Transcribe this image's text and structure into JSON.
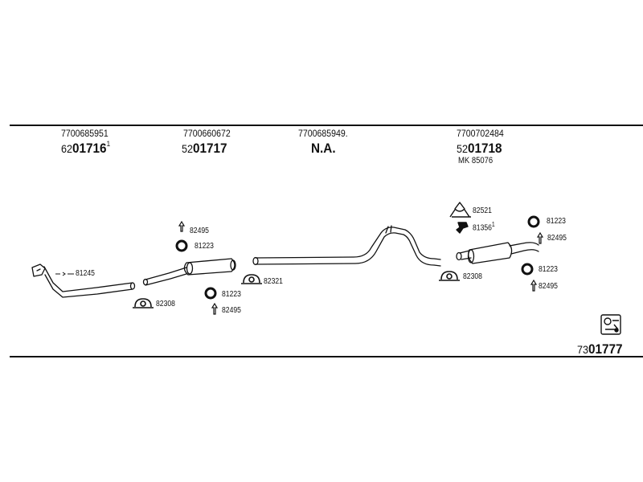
{
  "columns": [
    {
      "oe": "7700685951",
      "code_prefix": "62",
      "code": "01716",
      "code_sup": "1",
      "extra": ""
    },
    {
      "oe": "7700660672",
      "code_prefix": "52",
      "code": "01717",
      "code_sup": "",
      "extra": ""
    },
    {
      "oe": "7700685949.",
      "code_prefix": "",
      "code": "N.A.",
      "code_sup": "",
      "extra": ""
    },
    {
      "oe": "7700702484",
      "code_prefix": "52",
      "code": "01718",
      "code_sup": "",
      "extra": "MK  85076"
    }
  ],
  "parts": {
    "p81245": "81245",
    "p82308a": "82308",
    "p82495a": "82495",
    "p81223a": "81223",
    "p81223b": "81223",
    "p82495b": "82495",
    "p82321": "82321",
    "p82521": "82521",
    "p81356": "81356",
    "p81356_sup": "1",
    "p82308b": "82308",
    "p81223c": "81223",
    "p82495c": "82495",
    "p81223d": "81223",
    "p82495d": "82495"
  },
  "kit": {
    "prefix": "73",
    "code": "01777"
  },
  "icons": [
    "arrow-up-icon",
    "ring-icon",
    "u-bolt-clamp-icon",
    "hanger-icon",
    "rubber-mount-icon",
    "kit-box-icon"
  ]
}
